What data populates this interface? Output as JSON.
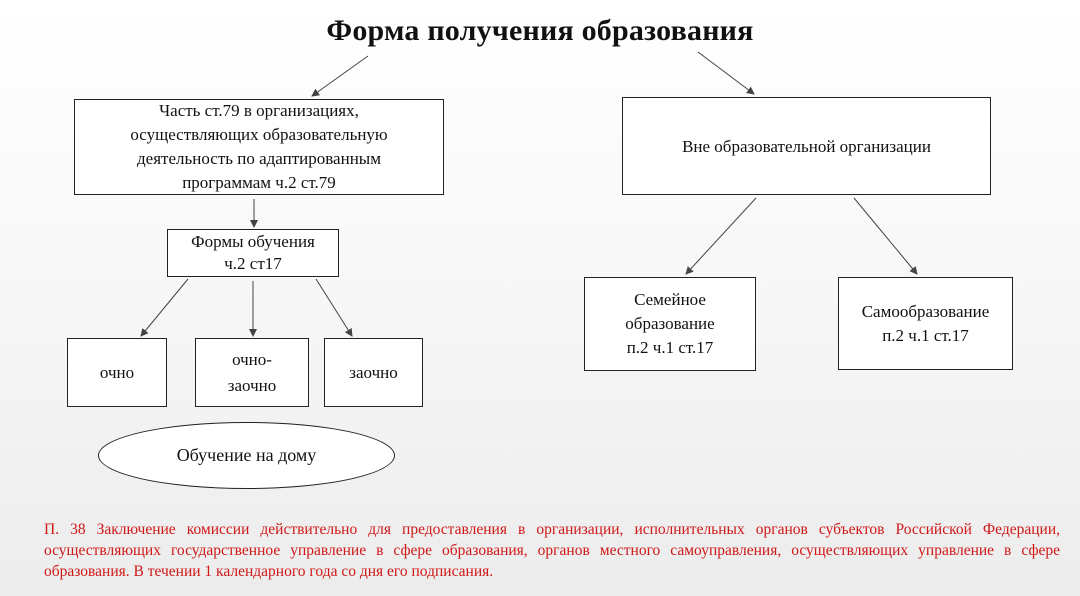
{
  "title": "Форма получения образования",
  "nodes": {
    "in_org": "Часть ст.79 в организациях, осуществляющих образовательную деятельность по адаптированным программам ч.2 ст.79",
    "outside_org": "Вне образовательной организации",
    "study_forms_line1": "Формы обучения",
    "study_forms_line2": "ч.2 ст17",
    "full_time": "очно",
    "part_time_line1": "очно-",
    "part_time_line2": "заочно",
    "extramural": "заочно",
    "home_schooling": "Обучение на дому",
    "family_line1": "Семейное",
    "family_line2": "образование",
    "family_line3": "п.2 ч.1 ст.17",
    "self_line1": "Самообразование",
    "self_line2": "п.2 ч.1 ст.17"
  },
  "note": "П. 38 Заключение комиссии действительно для предоставления в организации, исполнительных органов субъектов Российской Федерации, осуществляющих государственное управление в сфере образования, органов местного самоуправления, осуществляющих управление в сфере образования. В течении 1 календарного года со дня его подписания.",
  "colors": {
    "note_text": "#d01818",
    "lines": "#444444"
  }
}
